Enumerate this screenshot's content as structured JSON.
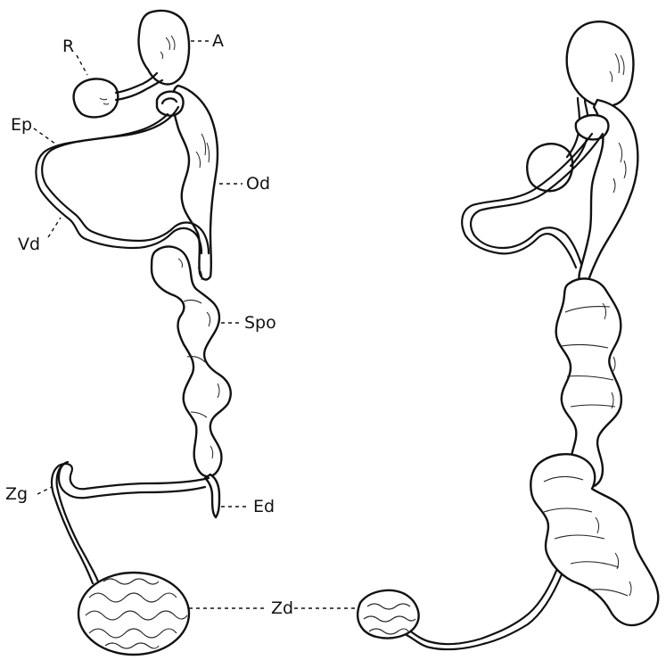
{
  "labels": {
    "A": "A",
    "R": "R",
    "Ep": "Ep",
    "Od": "Od",
    "Vd": "Vd",
    "Spo": "Spo",
    "Zg": "Zg",
    "Ed": "Ed",
    "Zd": "Zd"
  }
}
